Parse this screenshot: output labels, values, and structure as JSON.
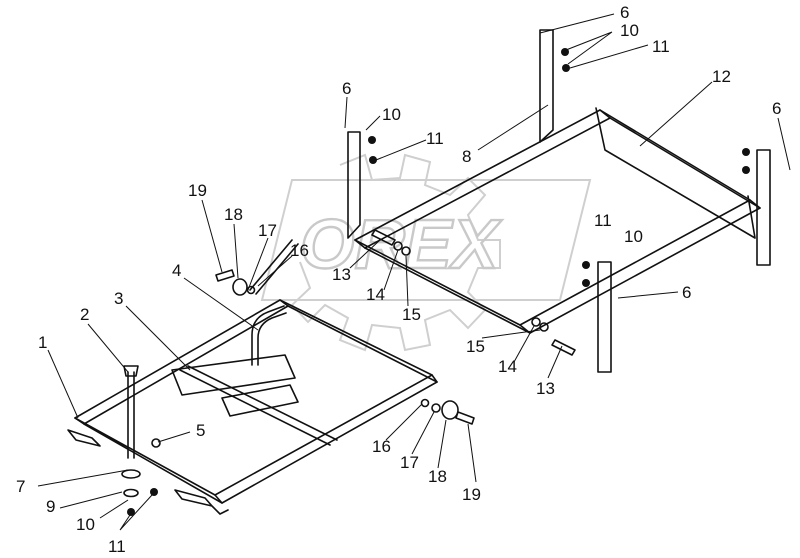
{
  "watermark": {
    "text": "OREX",
    "color": "#c9c9c9"
  },
  "line_color": "#111111",
  "callouts": [
    {
      "id": "c1",
      "text": "1"
    },
    {
      "id": "c2",
      "text": "2"
    },
    {
      "id": "c3",
      "text": "3"
    },
    {
      "id": "c4",
      "text": "4"
    },
    {
      "id": "c5",
      "text": "5"
    },
    {
      "id": "c6a",
      "text": "6"
    },
    {
      "id": "c6b",
      "text": "6"
    },
    {
      "id": "c6c",
      "text": "6"
    },
    {
      "id": "c6d",
      "text": "6"
    },
    {
      "id": "c7",
      "text": "7"
    },
    {
      "id": "c8",
      "text": "8"
    },
    {
      "id": "c9",
      "text": "9"
    },
    {
      "id": "c10a",
      "text": "10"
    },
    {
      "id": "c10b",
      "text": "10"
    },
    {
      "id": "c10c",
      "text": "10"
    },
    {
      "id": "c10d",
      "text": "10"
    },
    {
      "id": "c11a",
      "text": "11"
    },
    {
      "id": "c11b",
      "text": "11"
    },
    {
      "id": "c11c",
      "text": "11"
    },
    {
      "id": "c11d",
      "text": "11"
    },
    {
      "id": "c12",
      "text": "12"
    },
    {
      "id": "c13a",
      "text": "13"
    },
    {
      "id": "c13b",
      "text": "13"
    },
    {
      "id": "c14a",
      "text": "14"
    },
    {
      "id": "c14b",
      "text": "14"
    },
    {
      "id": "c15a",
      "text": "15"
    },
    {
      "id": "c15b",
      "text": "15"
    },
    {
      "id": "c16a",
      "text": "16"
    },
    {
      "id": "c16b",
      "text": "16"
    },
    {
      "id": "c17a",
      "text": "17"
    },
    {
      "id": "c17b",
      "text": "17"
    },
    {
      "id": "c18a",
      "text": "18"
    },
    {
      "id": "c18b",
      "text": "18"
    },
    {
      "id": "c19a",
      "text": "19"
    },
    {
      "id": "c19b",
      "text": "19"
    }
  ]
}
